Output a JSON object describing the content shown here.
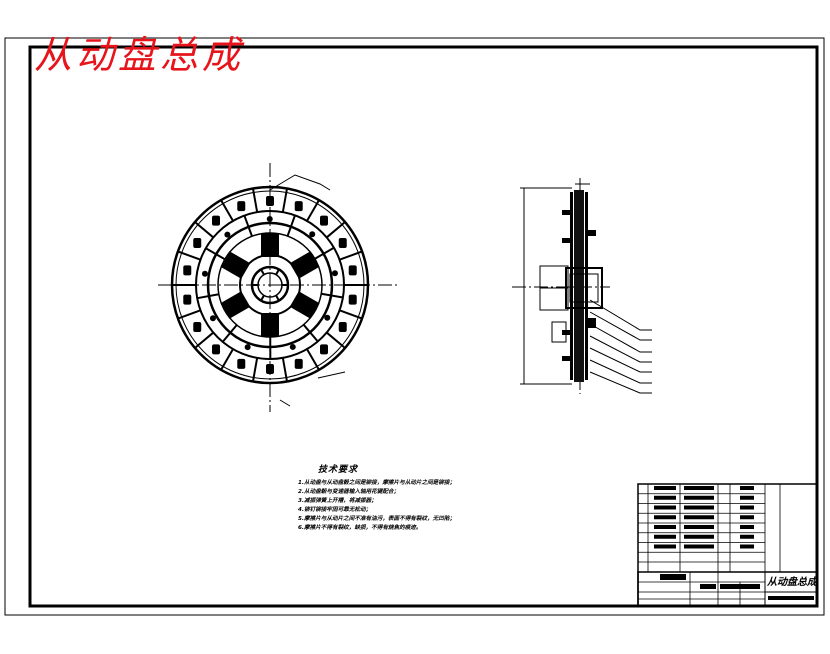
{
  "title": "从动盘总成",
  "technical_requirements": {
    "heading": "技术要求",
    "items": [
      "1.从动盘与从动盘毂之间是铆接，摩擦片与从动片之间是铆接；",
      "2.从动盘毂与变速器输入轴用花键配合；",
      "3.减振弹簧上开槽，将减振器；",
      "4.铆钉铆接牢固可靠无松动；",
      "5.摩擦片与从动片之间不准有油污，表面不得有裂纹，无凹陷；",
      "6.摩擦片不得有裂纹，缺损，不得有烧焦的痕迹。"
    ]
  },
  "title_block": {
    "name": "从动盘总成"
  },
  "colors": {
    "title": "#e8141c",
    "lines": "#000000",
    "background": "#ffffff"
  }
}
